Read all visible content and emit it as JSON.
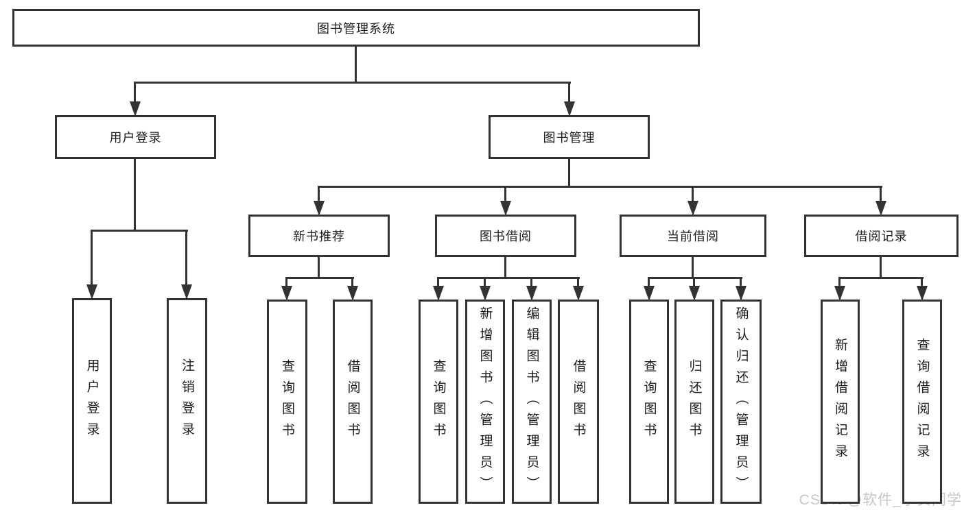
{
  "diagram": {
    "title": "图书管理系统",
    "nodes": [
      {
        "id": "root",
        "label": "图书管理系统",
        "parent": null
      },
      {
        "id": "user-login",
        "label": "用户登录",
        "parent": "root"
      },
      {
        "id": "book-mgmt",
        "label": "图书管理",
        "parent": "root"
      },
      {
        "id": "new-book-rec",
        "label": "新书推荐",
        "parent": "book-mgmt"
      },
      {
        "id": "book-borrow",
        "label": "图书借阅",
        "parent": "book-mgmt"
      },
      {
        "id": "current-borrow",
        "label": "当前借阅",
        "parent": "book-mgmt"
      },
      {
        "id": "borrow-record",
        "label": "借阅记录",
        "parent": "book-mgmt"
      },
      {
        "id": "leaf-user-login",
        "label": "用户登录",
        "parent": "user-login"
      },
      {
        "id": "leaf-logout",
        "label": "注销登录",
        "parent": "user-login"
      },
      {
        "id": "leaf-query-book-1",
        "label": "查询图书",
        "parent": "new-book-rec"
      },
      {
        "id": "leaf-borrow-book-1",
        "label": "借阅图书",
        "parent": "new-book-rec"
      },
      {
        "id": "leaf-query-book-2",
        "label": "查询图书",
        "parent": "book-borrow"
      },
      {
        "id": "leaf-add-book",
        "label": "新增图书（管理员）",
        "parent": "book-borrow"
      },
      {
        "id": "leaf-edit-book",
        "label": "编辑图书（管理员）",
        "parent": "book-borrow"
      },
      {
        "id": "leaf-borrow-book-2",
        "label": "借阅图书",
        "parent": "book-borrow"
      },
      {
        "id": "leaf-query-book-3",
        "label": "查询图书",
        "parent": "current-borrow"
      },
      {
        "id": "leaf-return-book",
        "label": "归还图书",
        "parent": "current-borrow"
      },
      {
        "id": "leaf-confirm-return",
        "label": "确认归还（管理员）",
        "parent": "current-borrow"
      },
      {
        "id": "leaf-add-record",
        "label": "新增借阅记录",
        "parent": "borrow-record"
      },
      {
        "id": "leaf-query-record",
        "label": "查询借阅记录",
        "parent": "borrow-record"
      }
    ],
    "colors": {
      "line": "#333333",
      "text": "#1c1c1c",
      "background": "#ffffff",
      "watermark": "#c6c6c6"
    }
  },
  "watermark": {
    "text": "CSDN @软件_小贺同学"
  }
}
